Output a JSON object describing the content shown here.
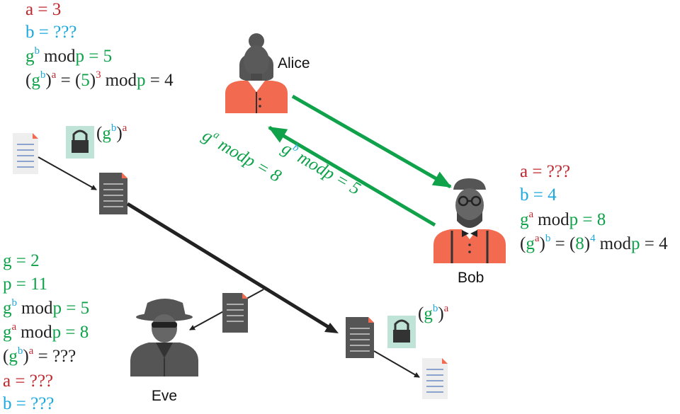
{
  "colors": {
    "green": "#0fa24a",
    "blue": "#1ba8df",
    "red": "#c0272d",
    "text": "#222222",
    "shirt": "#f26a4f",
    "lock_bg": "#bfe3d6",
    "doc_dark": "#555555",
    "doc_light": "#eeeeee"
  },
  "icons": {
    "alice": "person-female-icon",
    "bob": "person-hipster-icon",
    "eve": "spy-icon",
    "document": "document-icon",
    "lock": "padlock-icon"
  },
  "names": {
    "alice": "Alice",
    "bob": "Bob",
    "eve": "Eve"
  },
  "common": {
    "a": "a",
    "b": "b",
    "g": "g",
    "p": "p",
    "mod": "mod",
    "eq": " = ",
    "unknown": "???",
    "lparen": "(",
    "rparen": ")"
  },
  "alice_panel": {
    "a_value": "3",
    "gb_mod_value": "5",
    "base5": "5",
    "exp3": "3",
    "result": "4"
  },
  "bob_panel": {
    "b_value": "4",
    "ga_mod_value": "8",
    "base8": "8",
    "exp4": "4",
    "result": "4"
  },
  "eve_panel": {
    "g_value": "2",
    "p_value": "11",
    "gb_mod_value": "5",
    "ga_mod_value": "8"
  },
  "arrows": {
    "to_bob_value": "5",
    "to_alice_value": "8"
  }
}
